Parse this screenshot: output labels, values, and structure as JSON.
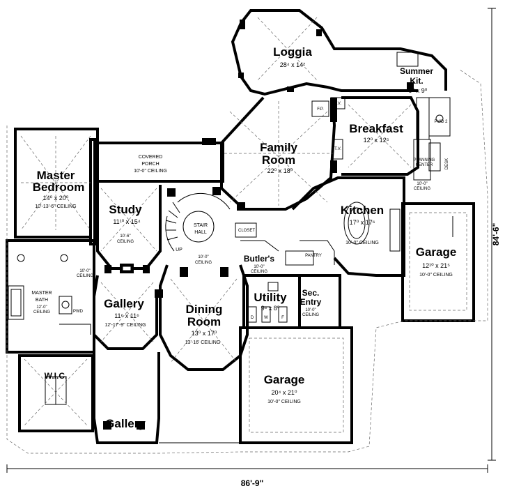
{
  "rooms": {
    "loggia": {
      "name": "Loggia",
      "dims": "28⁴ x 14²"
    },
    "summer_kitchen": {
      "name1": "Summer",
      "name2": "Kit.",
      "dims": "9⁰ x 9⁰"
    },
    "family_room": {
      "name1": "Family",
      "name2": "Room",
      "dims": "22⁰ x 18⁰"
    },
    "breakfast": {
      "name": "Breakfast",
      "dims": "12⁰ x 12⁵"
    },
    "master_bedroom": {
      "name1": "Master",
      "name2": "Bedroom",
      "dims": "14⁰ x 20⁰",
      "ceiling": "10'-13'-6\" CEILING"
    },
    "covered_porch": {
      "name1": "COVERED",
      "name2": "PORCH",
      "ceiling": "10'-0\" CEILING"
    },
    "study": {
      "name": "Study",
      "dims": "11¹⁰ x 15⁴",
      "ceiling1": "10'-6\"",
      "ceiling2": "CEILING"
    },
    "stair_hall": {
      "name1": "STAIR",
      "name2": "HALL"
    },
    "kitchen": {
      "name": "Kitchen",
      "dims": "17⁰ x 17⁶",
      "ceiling": "10'-0\" CEILING"
    },
    "garage_side": {
      "name": "Garage",
      "dims": "12¹⁰ x 21⁵",
      "ceiling": "10'-0\" CEILING"
    },
    "butlers": {
      "name": "Butler's",
      "ceiling1": "10'-0\"",
      "ceiling2": "CEILING"
    },
    "pantry": {
      "name": "PANTRY"
    },
    "closet": {
      "name": "CLOSET"
    },
    "gallery_main": {
      "name": "Gallery",
      "dims": "11⁶ x 11⁶",
      "ceiling": "12'-17'-9\" CEILING"
    },
    "dining_room": {
      "name1": "Dining",
      "name2": "Room",
      "dims": "13⁰ x 17⁰",
      "ceiling": "13'-16' CEILING"
    },
    "utility": {
      "name": "Utility",
      "dims": "9⁶ x 8⁰"
    },
    "sec_entry": {
      "name1": "Sec.",
      "name2": "Entry",
      "ceiling1": "10'-0\"",
      "ceiling2": "CEILING"
    },
    "master_bath": {
      "name1": "MASTER",
      "name2": "BATH",
      "ceiling1": "12'-0\"",
      "ceiling2": "CEILING"
    },
    "wic": {
      "name": "W.I.C."
    },
    "pwd": {
      "name": "PWD"
    },
    "pwd2": {
      "name": "PWD 2"
    },
    "garage_main": {
      "name": "Garage",
      "dims": "20⁴ x 21⁰",
      "ceiling": "10'-0\" CEILING"
    },
    "gallery_entry": {
      "name": "Gallery"
    },
    "planning_center": {
      "name1": "PLANNING",
      "name2": "CENTER"
    },
    "desk": {
      "name": "DESK"
    }
  },
  "labels": {
    "up": "UP",
    "tv1": "T.V.",
    "tv2": "T.V.",
    "fp": "F.P.",
    "hall_ceiling1": "10'-0\"",
    "hall_ceiling2": "CEILING",
    "study_side_ceiling1": "10'-0\"",
    "study_side_ceiling2": "CEILING",
    "kit_side_ceiling1": "10'-0\"",
    "kit_side_ceiling2": "CEILING",
    "washer": "W",
    "dryer": "D",
    "freezer": "F"
  },
  "dimensions": {
    "overall_width": "86'-9\"",
    "overall_depth": "84'-6\""
  }
}
